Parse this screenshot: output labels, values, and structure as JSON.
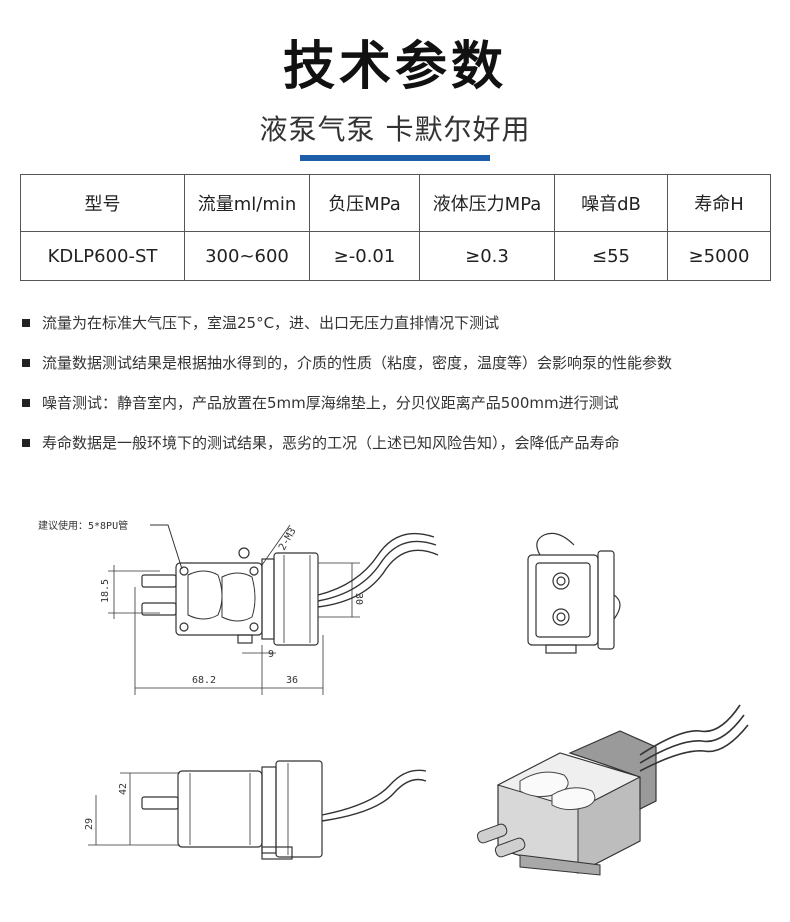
{
  "header": {
    "title": "技术参数",
    "subtitle": "液泵气泵 卡默尔好用",
    "accent_color": "#1c5fa8"
  },
  "spec_table": {
    "columns": [
      "型号",
      "流量ml/min",
      "负压MPa",
      "液体压力MPa",
      "噪音dB",
      "寿命H"
    ],
    "rows": [
      [
        "KDLP600-ST",
        "300~600",
        "≥-0.01",
        "≥0.3",
        "≤55",
        "≥5000"
      ]
    ]
  },
  "notes": [
    "流量为在标准大气压下，室温25°C，进、出口无压力直排情况下测试",
    "流量数据测试结果是根据抽水得到的，介质的性质（粘度，密度，温度等）会影响泵的性能参数",
    "噪音测试：静音室内，产品放置在5mm厚海绵垫上，分贝仪距离产品500mm进行测试",
    "寿命数据是一般环境下的测试结果，恶劣的工况（上述已知风险告知），会降低产品寿命"
  ],
  "drawing": {
    "callout": "建议使用：5*8PU管",
    "dims": {
      "hole": "2-M3",
      "height_30": "30",
      "pitch_18_5": "18.5",
      "offset_9": "9",
      "length_68_2": "68.2",
      "length_36": "36",
      "height_42": "42",
      "height_29": "29"
    }
  }
}
